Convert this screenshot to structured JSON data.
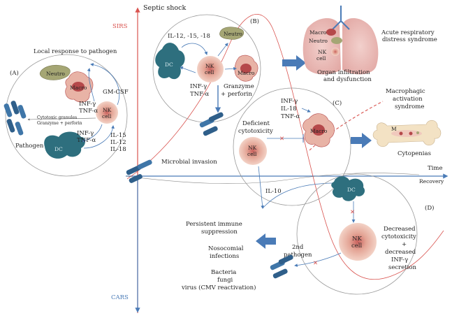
{
  "axes": {
    "top_label": "Septic shock",
    "sirs": "SIRS",
    "cars": "CARS",
    "time": "Time",
    "recovery": "Recovery",
    "microbial_invasion": "Microbial invasion"
  },
  "panel_a": {
    "letter": "(A)",
    "title": "Local response to pathogen",
    "neutro": "Neutro",
    "macro": "Macro",
    "nk_line1": "NK",
    "nk_line2": "cell",
    "dc": "DC",
    "gmcsf": "GM-CSF",
    "inf_g": "INF-γ",
    "tnf_a": "TNF-α",
    "cytotoxic_granules": "Cytotoxic granules",
    "granzyme_perforin": "Granzyme + perforin",
    "inf_g2": "INF-γ",
    "tnf_a2": "TNF-α",
    "il15": "IL-15",
    "il12": "IL-12",
    "il18": "IL-18",
    "pathogen": "Pathogen"
  },
  "panel_b": {
    "letter": "(B)",
    "interleukins": "IL-12, -15, -18",
    "neutro": "Neutro",
    "dc": "DC",
    "nk_line1": "NK",
    "nk_line2": "cell",
    "macro": "Macro",
    "inf_g": "INF-γ",
    "tnf_a": "TNF-α",
    "granzyme": "Granzyme",
    "perforin": "+ perforin"
  },
  "lungs": {
    "macro": "Macro",
    "neutro": "Neutro",
    "nk_line1": "NK",
    "nk_line2": "cell",
    "ards_line1": "Acute respiratory",
    "ards_line2": "distress syndrome",
    "organ_line1": "Organ infiltration",
    "organ_line2": "and dysfunction"
  },
  "panel_c": {
    "letter": "(C)",
    "inf_g": "INF-γ",
    "il18": "IL-18",
    "tnf_a": "TNF-α",
    "deficient": "Deficient",
    "cytotoxicity": "cytotoxicity",
    "nk_line1": "NK",
    "nk_line2": "cell",
    "macro": "Macro",
    "il10": "IL-10",
    "mas_line1": "Macrophagic",
    "mas_line2": "activation",
    "mas_line3": "syndrome",
    "bone_m": "M",
    "cytopenias": "Cytopenias"
  },
  "panel_d": {
    "letter": "(D)",
    "dc": "DC",
    "nk_line1": "NK",
    "nk_line2": "cell",
    "second_pathogen": "2nd",
    "pathogen": "pathogen",
    "decreased1": "Decreased",
    "cytotoxicity": "cytotoxicity",
    "plus": "+",
    "decreased2": "decreased",
    "inf_g": "INF-γ",
    "secretion": "secretion"
  },
  "outcomes": {
    "persistent1": "Persistent immune",
    "persistent2": "suppression",
    "nosocomial1": "Nosocomial",
    "nosocomial2": "infections",
    "bacteria": "Bacteria",
    "fungi": "fungi",
    "virus": "virus (CMV reactivation)"
  },
  "colors": {
    "sirs": "#d9534f",
    "cars": "#4a7bb7",
    "arrow_blue": "#4a7bb7",
    "dc_teal": "#2e6f7e",
    "nk_pink": "#e8b3a6",
    "macro_red": "#b5484a",
    "neutro_olive": "#9a9a6a"
  }
}
